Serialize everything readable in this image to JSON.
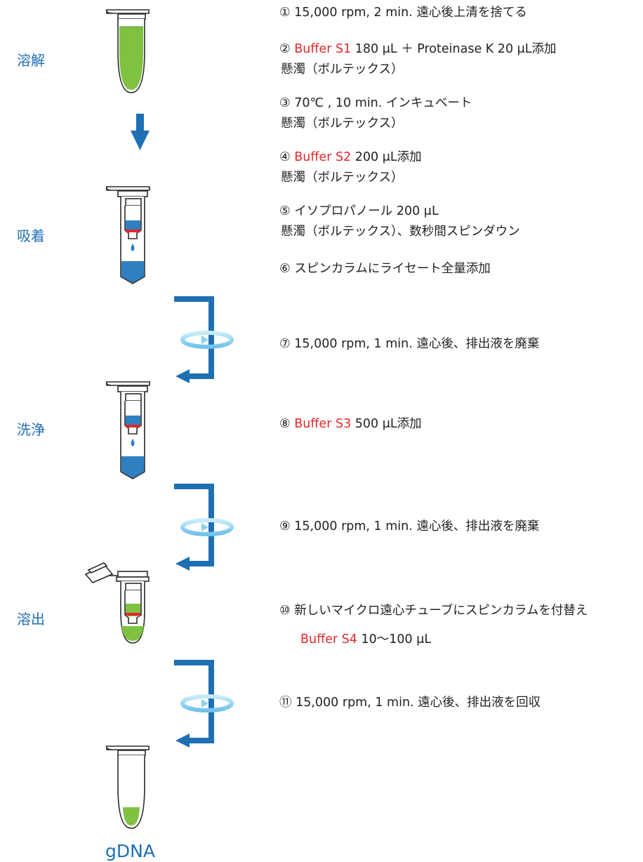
{
  "colors": {
    "stage_text": "#1f6fb4",
    "reagent_text": "#e0292a",
    "arrow_blue": "#1f6fb4",
    "spin_ring": "#8dd3f0",
    "liquid_green": "#7fc242",
    "liquid_blue": "#2f7fc1",
    "filter_red": "#e0292a"
  },
  "stages": {
    "lysis": "溶解",
    "binding": "吸着",
    "wash": "洗浄",
    "elution": "溶出"
  },
  "product": "gDNA",
  "steps": [
    {
      "num": "①",
      "lines": [
        {
          "text": "15,000 rpm, 2 min. 遠心後上清を捨てる"
        }
      ]
    },
    {
      "num": "②",
      "reagent": "Buffer S1",
      "lines": [
        {
          "text": "180 μL ＋ Proteinase K 20 μL添加"
        },
        {
          "text": "懸濁（ボルテックス）"
        }
      ]
    },
    {
      "num": "③",
      "lines": [
        {
          "text": "70℃ , 10 min. インキュベート"
        },
        {
          "text": "懸濁（ボルテックス）"
        }
      ]
    },
    {
      "num": "④",
      "reagent": "Buffer S2",
      "lines": [
        {
          "text": "200 μL添加"
        },
        {
          "text": "懸濁（ボルテックス）"
        }
      ]
    },
    {
      "num": "⑤",
      "lines": [
        {
          "text": "イソプロパノール 200 μL"
        },
        {
          "text": "懸濁（ボルテックス）、数秒間スピンダウン"
        }
      ]
    },
    {
      "num": "⑥",
      "lines": [
        {
          "text": "スピンカラムにライセート全量添加"
        }
      ]
    },
    {
      "num": "⑦",
      "lines": [
        {
          "text": "15,000 rpm, 1 min. 遠心後、排出液を廃棄"
        }
      ]
    },
    {
      "num": "⑧",
      "reagent": "Buffer S3",
      "lines": [
        {
          "text": "500 μL添加"
        }
      ]
    },
    {
      "num": "⑨",
      "lines": [
        {
          "text": "15,000 rpm, 1 min. 遠心後、排出液を廃棄"
        }
      ]
    },
    {
      "num": "⑩",
      "lines": [
        {
          "text": "新しいマイクロ遠心チューブにスピンカラムを付替え"
        }
      ],
      "sub_reagent": "Buffer S4",
      "sub_text": "10〜100 μL"
    },
    {
      "num": "⑪",
      "lines": [
        {
          "text": "15,000 rpm, 1 min. 遠心後、排出液を回収"
        }
      ]
    }
  ]
}
